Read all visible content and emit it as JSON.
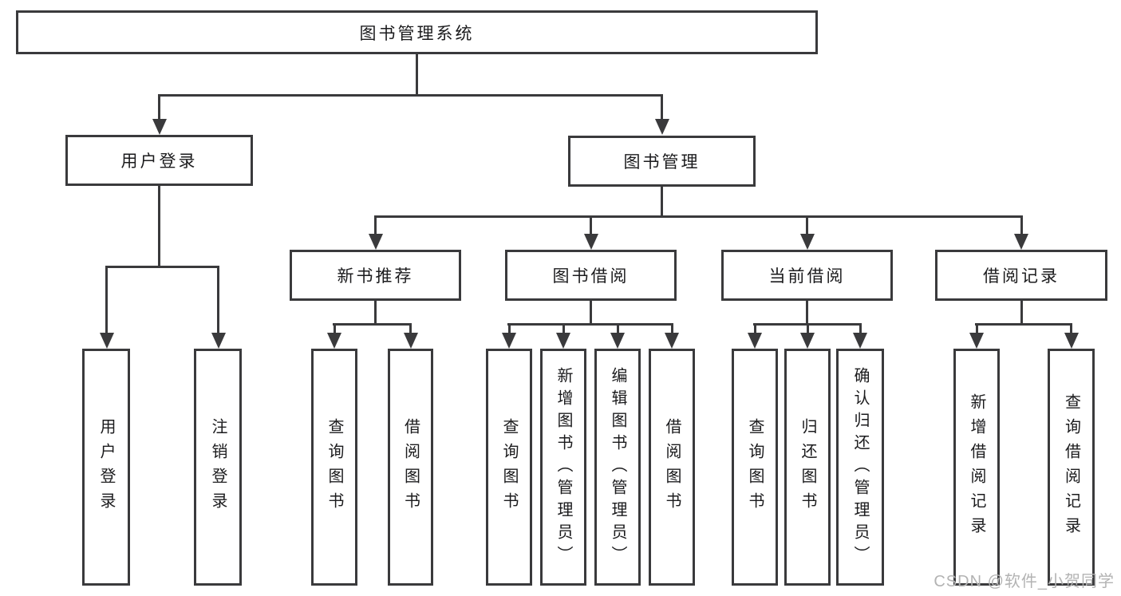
{
  "hierarchy": {
    "root": "图书管理系统",
    "level2": [
      {
        "label": "用户登录",
        "leaves": [
          "用户登录",
          "注销登录"
        ]
      },
      {
        "label": "图书管理",
        "sections": [
          {
            "label": "新书推荐",
            "leaves": [
              "查询图书",
              "借阅图书"
            ]
          },
          {
            "label": "图书借阅",
            "leaves": [
              "查询图书",
              "新增图书（管理员）",
              "编辑图书（管理员）",
              "借阅图书"
            ]
          },
          {
            "label": "当前借阅",
            "leaves": [
              "查询图书",
              "归还图书",
              "确认归还（管理员）"
            ]
          },
          {
            "label": "借阅记录",
            "leaves": [
              "新增借阅记录",
              "查询借阅记录"
            ]
          }
        ]
      }
    ]
  },
  "watermark": {
    "text": "CSDN @软件_小贺同学"
  },
  "colors": {
    "line": "#3a3a3c",
    "text": "#1b1b1d",
    "watermark": "#b3b3b3",
    "background": "#ffffff"
  }
}
